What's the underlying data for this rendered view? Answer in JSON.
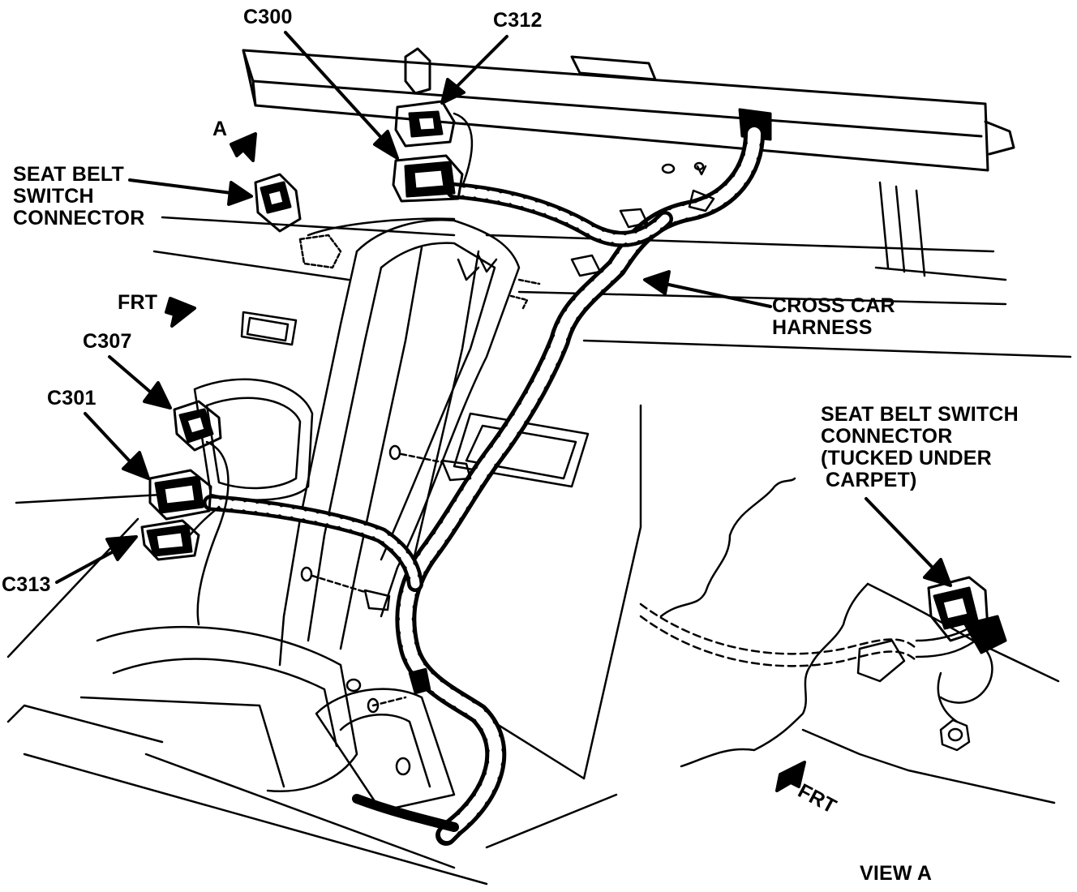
{
  "diagram": {
    "labels": {
      "c300": "C300",
      "c312": "C312",
      "view_a_marker": "A",
      "seat_belt_left": [
        "SEAT BELT",
        "SWITCH",
        "CONNECTOR"
      ],
      "frt_left": "FRT",
      "c307": "C307",
      "c301": "C301",
      "c313": "C313",
      "cross_car": [
        "CROSS CAR",
        "HARNESS"
      ],
      "seat_belt_right": [
        "SEAT BELT SWITCH",
        "CONNECTOR",
        "(TUCKED UNDER",
        "CARPET)"
      ],
      "frt_right": "FRT",
      "view_a_title": "VIEW A"
    },
    "colors": {
      "ink": "#000000",
      "paper": "#ffffff"
    }
  }
}
